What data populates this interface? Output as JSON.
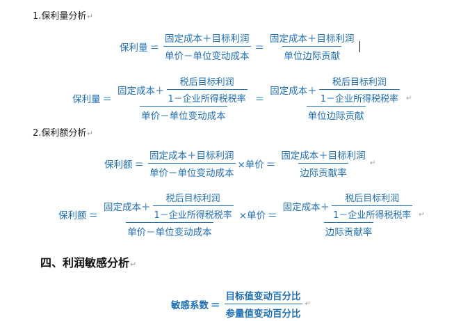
{
  "paragraph_mark": "↵",
  "heading1": "1.保利量分析",
  "heading2": "2.保利额分析",
  "section_title": "四、利润敏感分析",
  "terms": {
    "profit_volume": "保利量",
    "profit_amount": "保利额",
    "fixed_plus_target": "固定成本＋目标利润",
    "fixed_plus": "固定成本＋",
    "after_tax_target": "税后目标利润",
    "one_minus_tax": "1－企业所得税税率",
    "unit_price_minus_var": "单价－单位变动成本",
    "unit_margin": "单位边际贡献",
    "margin_rate": "边际贡献率",
    "times_price": "×单价",
    "equals": "＝",
    "sensitivity": "敏感系数",
    "target_pct": "目标值变动百分比",
    "param_pct": "参量值变动百分比"
  }
}
